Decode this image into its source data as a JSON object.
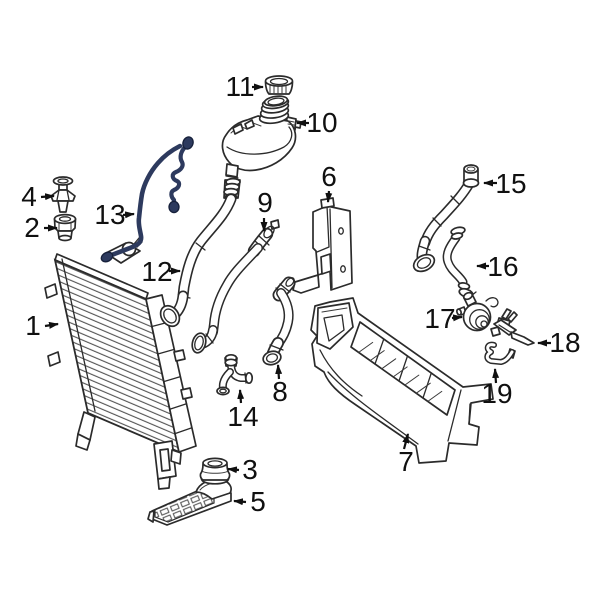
{
  "diagram": {
    "background_color": "#ffffff",
    "line_color": "#2b2b2b",
    "highlight_color": "#2d3a5e",
    "callouts": [
      "1",
      "2",
      "3",
      "4",
      "5",
      "6",
      "7",
      "8",
      "9",
      "10",
      "11",
      "12",
      "13",
      "14",
      "15",
      "16",
      "17",
      "18",
      "19"
    ]
  }
}
